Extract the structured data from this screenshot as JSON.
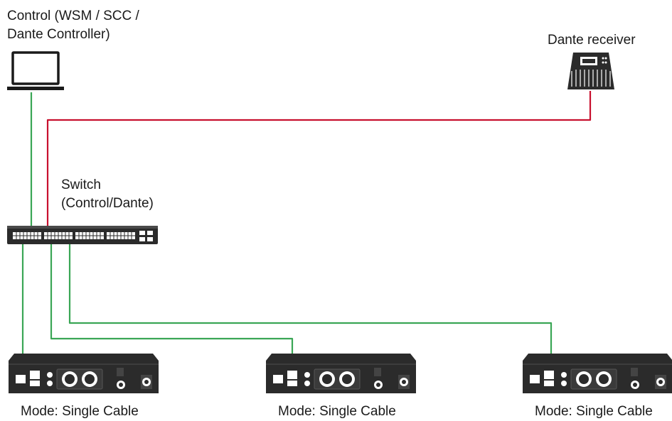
{
  "control": {
    "line1": "Control (WSM / SCC /",
    "line2": "Dante Controller)",
    "icon": "laptop-icon"
  },
  "dante_receiver": {
    "label": "Dante receiver",
    "icon": "mixing-console-icon"
  },
  "switch": {
    "line1": "Switch",
    "line2": "(Control/Dante)",
    "icon": "network-switch-icon"
  },
  "receivers": [
    {
      "label": "Mode: Single Cable"
    },
    {
      "label": "Mode: Single Cable"
    },
    {
      "label": "Mode: Single Cable"
    }
  ],
  "colors": {
    "control_cable": "#3aa655",
    "dante_cable": "#c8102e",
    "device": "#2b2b2b"
  }
}
